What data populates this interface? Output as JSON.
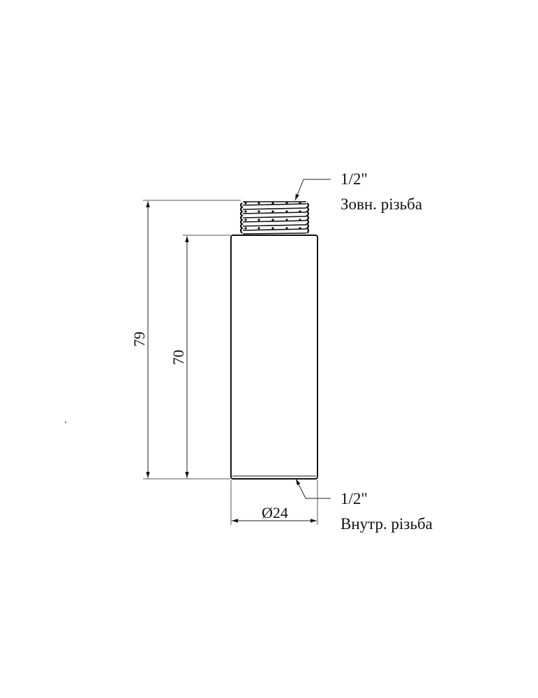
{
  "drawing": {
    "type": "technical drawing - pipe extension",
    "dimensions": {
      "overall_length": "79",
      "body_length": "70",
      "diameter": "Ø24"
    },
    "callouts": {
      "top": {
        "size": "1/2\"",
        "description": "Зовн. різьба"
      },
      "bottom": {
        "size": "1/2\"",
        "description": "Внутр. різьба"
      }
    },
    "colors": {
      "line": "#111111",
      "dim_line": "#444444",
      "background": "#ffffff"
    }
  }
}
